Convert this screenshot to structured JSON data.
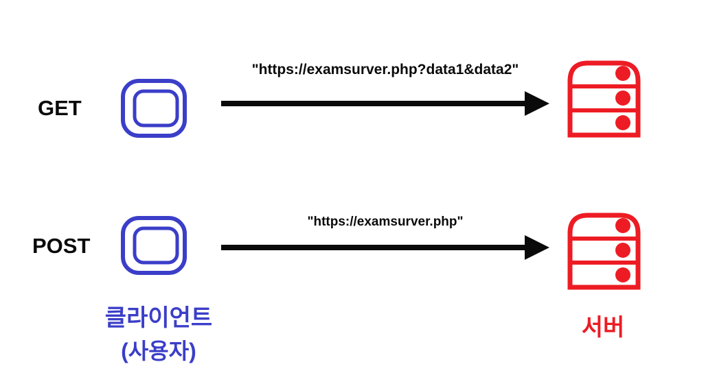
{
  "diagram": {
    "title_semantic": "HTTP GET vs POST request flow diagram",
    "rows": [
      {
        "method": "GET",
        "url": "\"https://examsurver.php?data1&data2\"",
        "from": "client",
        "to": "server"
      },
      {
        "method": "POST",
        "url": "\"https://examsurver.php\"",
        "from": "client",
        "to": "server"
      }
    ],
    "captions": {
      "client_line1": "클라이언트",
      "client_line2": "(사용자)",
      "server": "서버"
    },
    "icons": {
      "client": "app-window-icon",
      "server": "server-stack-icon",
      "arrow": "right-arrow"
    },
    "colors": {
      "client_blue": "#3B3EC8",
      "server_red": "#ED1C24",
      "arrow_black": "#0a0a0a",
      "background": "#ffffff"
    }
  }
}
